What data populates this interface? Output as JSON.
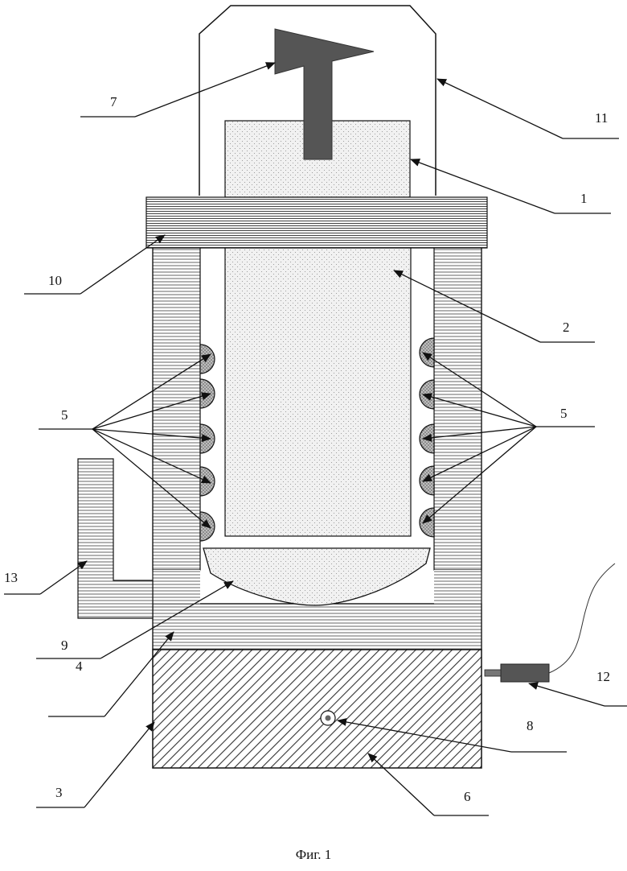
{
  "figure": {
    "caption": "Фиг. 1",
    "labels": {
      "l1": "1",
      "l2": "2",
      "l3": "3",
      "l4": "4",
      "l5_left": "5",
      "l5_right": "5",
      "l6": "6",
      "l7": "7",
      "l8": "8",
      "l9": "9",
      "l10": "10",
      "l11": "11",
      "l12": "12",
      "l13": "13"
    },
    "colors": {
      "line": "#111111",
      "dark_fill": "#555555",
      "dots_bg": "#f1f1f1",
      "hatch": "#444444"
    }
  }
}
